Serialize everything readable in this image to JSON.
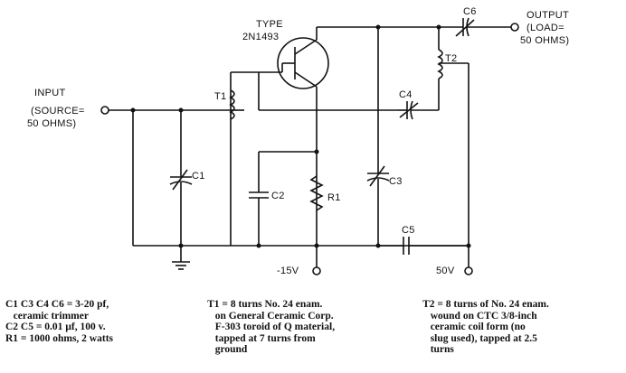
{
  "labels": {
    "type_line1": "TYPE",
    "type_line2": "2N1493",
    "input_line1": "INPUT",
    "input_line2": "(SOURCE=",
    "input_line3": "50 OHMS)",
    "output_line1": "OUTPUT",
    "output_line2": "(LOAD=",
    "output_line3": "50 OHMS)",
    "t1": "T1",
    "t2": "T2",
    "c1": "C1",
    "c2": "C2",
    "c3": "C3",
    "c4": "C4",
    "c5": "C5",
    "c6": "C6",
    "r1": "R1",
    "supply_neg": "-15V",
    "supply_pos": "50V"
  },
  "notes": {
    "col1": "C1 C3 C4 C6 = 3-20 pf,\n   ceramic trimmer\nC2 C5 = 0.01 µf, 100 v.\nR1 = 1000 ohms, 2 watts",
    "col2": "T1 = 8 turns No. 24 enam.\n   on General Ceramic Corp.\n   F-303 toroid of Q material,\n   tapped at 7 turns from\n   ground",
    "col3": "T2 = 8 turns of No. 24 enam.\n   wound on CTC 3/8-inch\n   ceramic coil form (no\n   slug used), tapped at 2.5\n   turns"
  }
}
